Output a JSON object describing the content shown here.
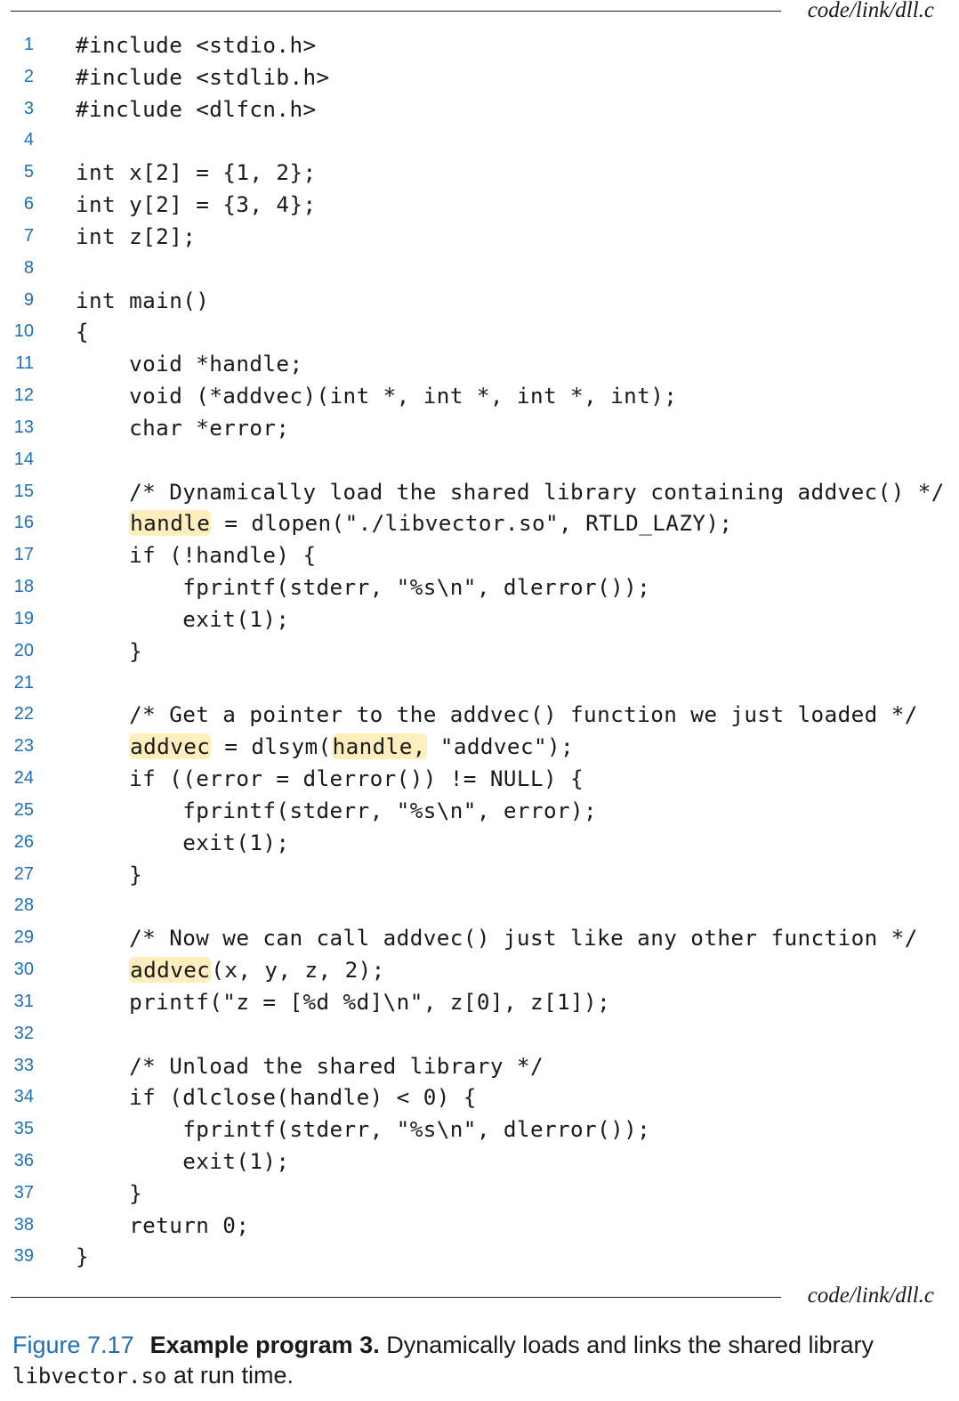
{
  "file_label_top": "code/link/dll.c",
  "file_label_bottom": "code/link/dll.c",
  "code_lines": [
    {
      "n": "1",
      "text": "#include <stdio.h>"
    },
    {
      "n": "2",
      "text": "#include <stdlib.h>"
    },
    {
      "n": "3",
      "text": "#include <dlfcn.h>"
    },
    {
      "n": "4",
      "text": ""
    },
    {
      "n": "5",
      "text": "int x[2] = {1, 2};"
    },
    {
      "n": "6",
      "text": "int y[2] = {3, 4};"
    },
    {
      "n": "7",
      "text": "int z[2];"
    },
    {
      "n": "8",
      "text": ""
    },
    {
      "n": "9",
      "text": "int main()"
    },
    {
      "n": "10",
      "text": "{"
    },
    {
      "n": "11",
      "text": "    void *handle;"
    },
    {
      "n": "12",
      "text": "    void (*addvec)(int *, int *, int *, int);"
    },
    {
      "n": "13",
      "text": "    char *error;"
    },
    {
      "n": "14",
      "text": ""
    },
    {
      "n": "15",
      "text": "    /* Dynamically load the shared library containing addvec() */"
    },
    {
      "n": "16",
      "text": "    handle = dlopen(\"./libvector.so\", RTLD_LAZY);"
    },
    {
      "n": "17",
      "text": "    if (!handle) {"
    },
    {
      "n": "18",
      "text": "        fprintf(stderr, \"%s\\n\", dlerror());"
    },
    {
      "n": "19",
      "text": "        exit(1);"
    },
    {
      "n": "20",
      "text": "    }"
    },
    {
      "n": "21",
      "text": ""
    },
    {
      "n": "22",
      "text": "    /* Get a pointer to the addvec() function we just loaded */"
    },
    {
      "n": "23",
      "text": "    addvec = dlsym(handle, \"addvec\");"
    },
    {
      "n": "24",
      "text": "    if ((error = dlerror()) != NULL) {"
    },
    {
      "n": "25",
      "text": "        fprintf(stderr, \"%s\\n\", error);"
    },
    {
      "n": "26",
      "text": "        exit(1);"
    },
    {
      "n": "27",
      "text": "    }"
    },
    {
      "n": "28",
      "text": ""
    },
    {
      "n": "29",
      "text": "    /* Now we can call addvec() just like any other function */"
    },
    {
      "n": "30",
      "text": "    addvec(x, y, z, 2);"
    },
    {
      "n": "31",
      "text": "    printf(\"z = [%d %d]\\n\", z[0], z[1]);"
    },
    {
      "n": "32",
      "text": ""
    },
    {
      "n": "33",
      "text": "    /* Unload the shared library */"
    },
    {
      "n": "34",
      "text": "    if (dlclose(handle) < 0) {"
    },
    {
      "n": "35",
      "text": "        fprintf(stderr, \"%s\\n\", dlerror());"
    },
    {
      "n": "36",
      "text": "        exit(1);"
    },
    {
      "n": "37",
      "text": "    }"
    },
    {
      "n": "38",
      "text": "    return 0;"
    },
    {
      "n": "39",
      "text": "}"
    }
  ],
  "highlights": [
    {
      "n": "16",
      "tokens": [
        "handle"
      ]
    },
    {
      "n": "23",
      "tokens": [
        "addvec",
        "handle,"
      ]
    },
    {
      "n": "30",
      "tokens": [
        "addvec"
      ]
    }
  ],
  "caption": {
    "figure_number": "Figure 7.17",
    "title": "Example program 3.",
    "text": "Dynamically loads and links the shared library",
    "code_term": "libvector.so",
    "text_after": "at run time."
  },
  "colors": {
    "line_number": "#1f6fb5",
    "highlight": "#fdeebd",
    "text": "#1a1a1a"
  }
}
